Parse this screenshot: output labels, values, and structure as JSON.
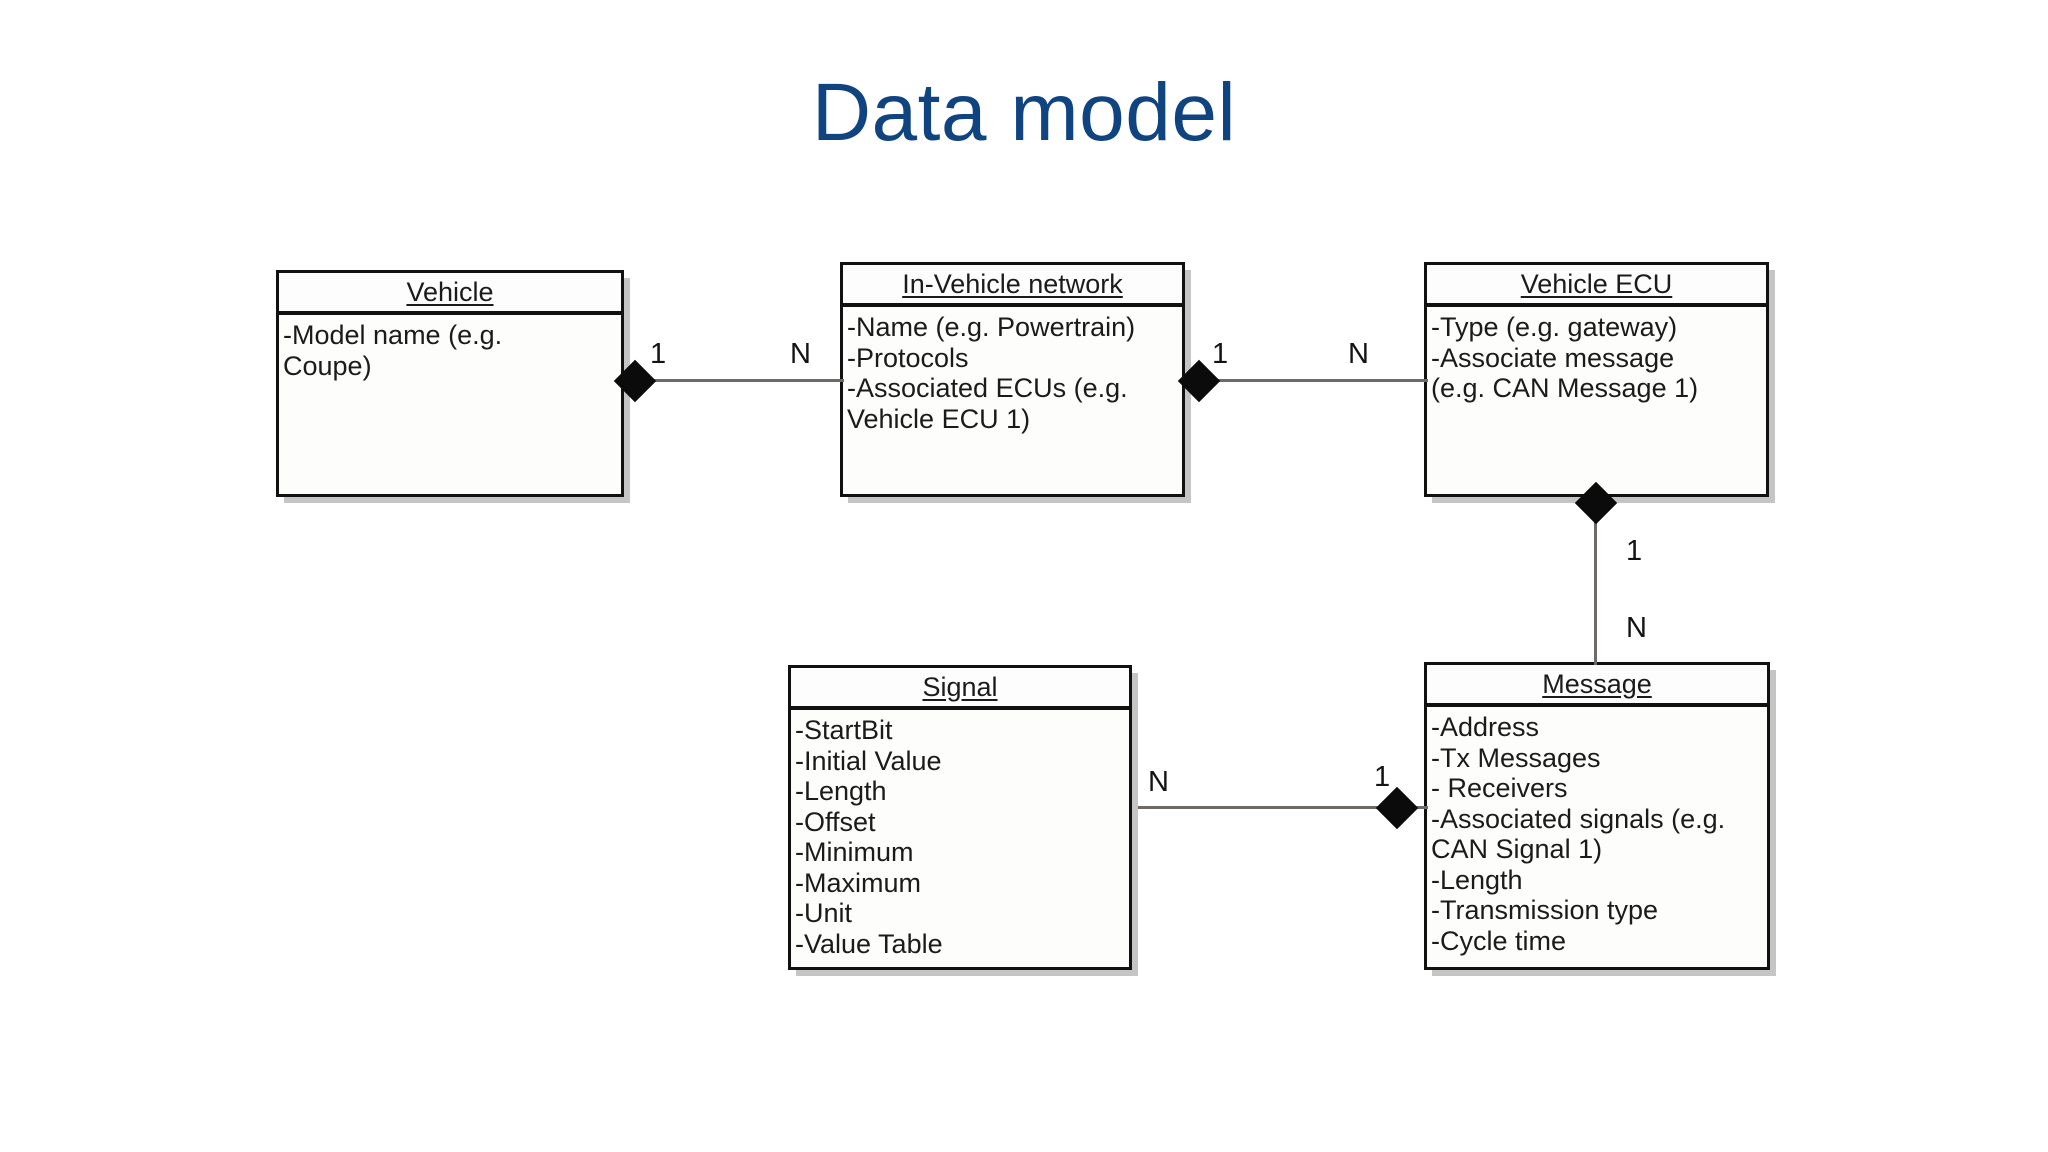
{
  "slide": {
    "title": "Data model",
    "title_color": "#0f4480",
    "background_color": "#ffffff"
  },
  "classes": [
    {
      "id": "vehicle",
      "name": "Vehicle",
      "attributes": [
        "-Model name (e.g.\nCoupe)"
      ]
    },
    {
      "id": "network",
      "name": "In-Vehicle network",
      "attributes": [
        "-Name (e.g. Powertrain)",
        "-Protocols",
        "-Associated ECUs (e.g.\nVehicle ECU 1)"
      ]
    },
    {
      "id": "ecu",
      "name": "Vehicle ECU",
      "attributes": [
        "-Type (e.g. gateway)",
        "-Associate message\n(e.g. CAN Message 1)"
      ]
    },
    {
      "id": "signal",
      "name": "Signal",
      "attributes": [
        "-StartBit",
        "-Initial Value",
        "-Length",
        "-Offset",
        "-Minimum",
        "-Maximum",
        "-Unit",
        "-Value Table"
      ]
    },
    {
      "id": "message",
      "name": "Message",
      "attributes": [
        "-Address",
        "-Tx Messages",
        "- Receivers",
        "-Associated signals (e.g.\nCAN Signal 1)",
        "-Length",
        "-Transmission type",
        "-Cycle time"
      ]
    }
  ],
  "relationships": [
    {
      "id": "vehicle-network",
      "from": "Vehicle",
      "to": "In-Vehicle network",
      "type": "composition",
      "diamond_end": "Vehicle",
      "source_multiplicity": "1",
      "target_multiplicity": "N"
    },
    {
      "id": "network-ecu",
      "from": "In-Vehicle network",
      "to": "Vehicle ECU",
      "type": "composition",
      "diamond_end": "In-Vehicle network",
      "source_multiplicity": "1",
      "target_multiplicity": "N"
    },
    {
      "id": "ecu-message",
      "from": "Vehicle ECU",
      "to": "Message",
      "type": "composition",
      "diamond_end": "Vehicle ECU",
      "source_multiplicity": "1",
      "target_multiplicity": "N"
    },
    {
      "id": "signal-message",
      "from": "Signal",
      "to": "Message",
      "type": "composition",
      "diamond_end": "Message",
      "source_multiplicity": "N",
      "target_multiplicity": "1"
    }
  ]
}
